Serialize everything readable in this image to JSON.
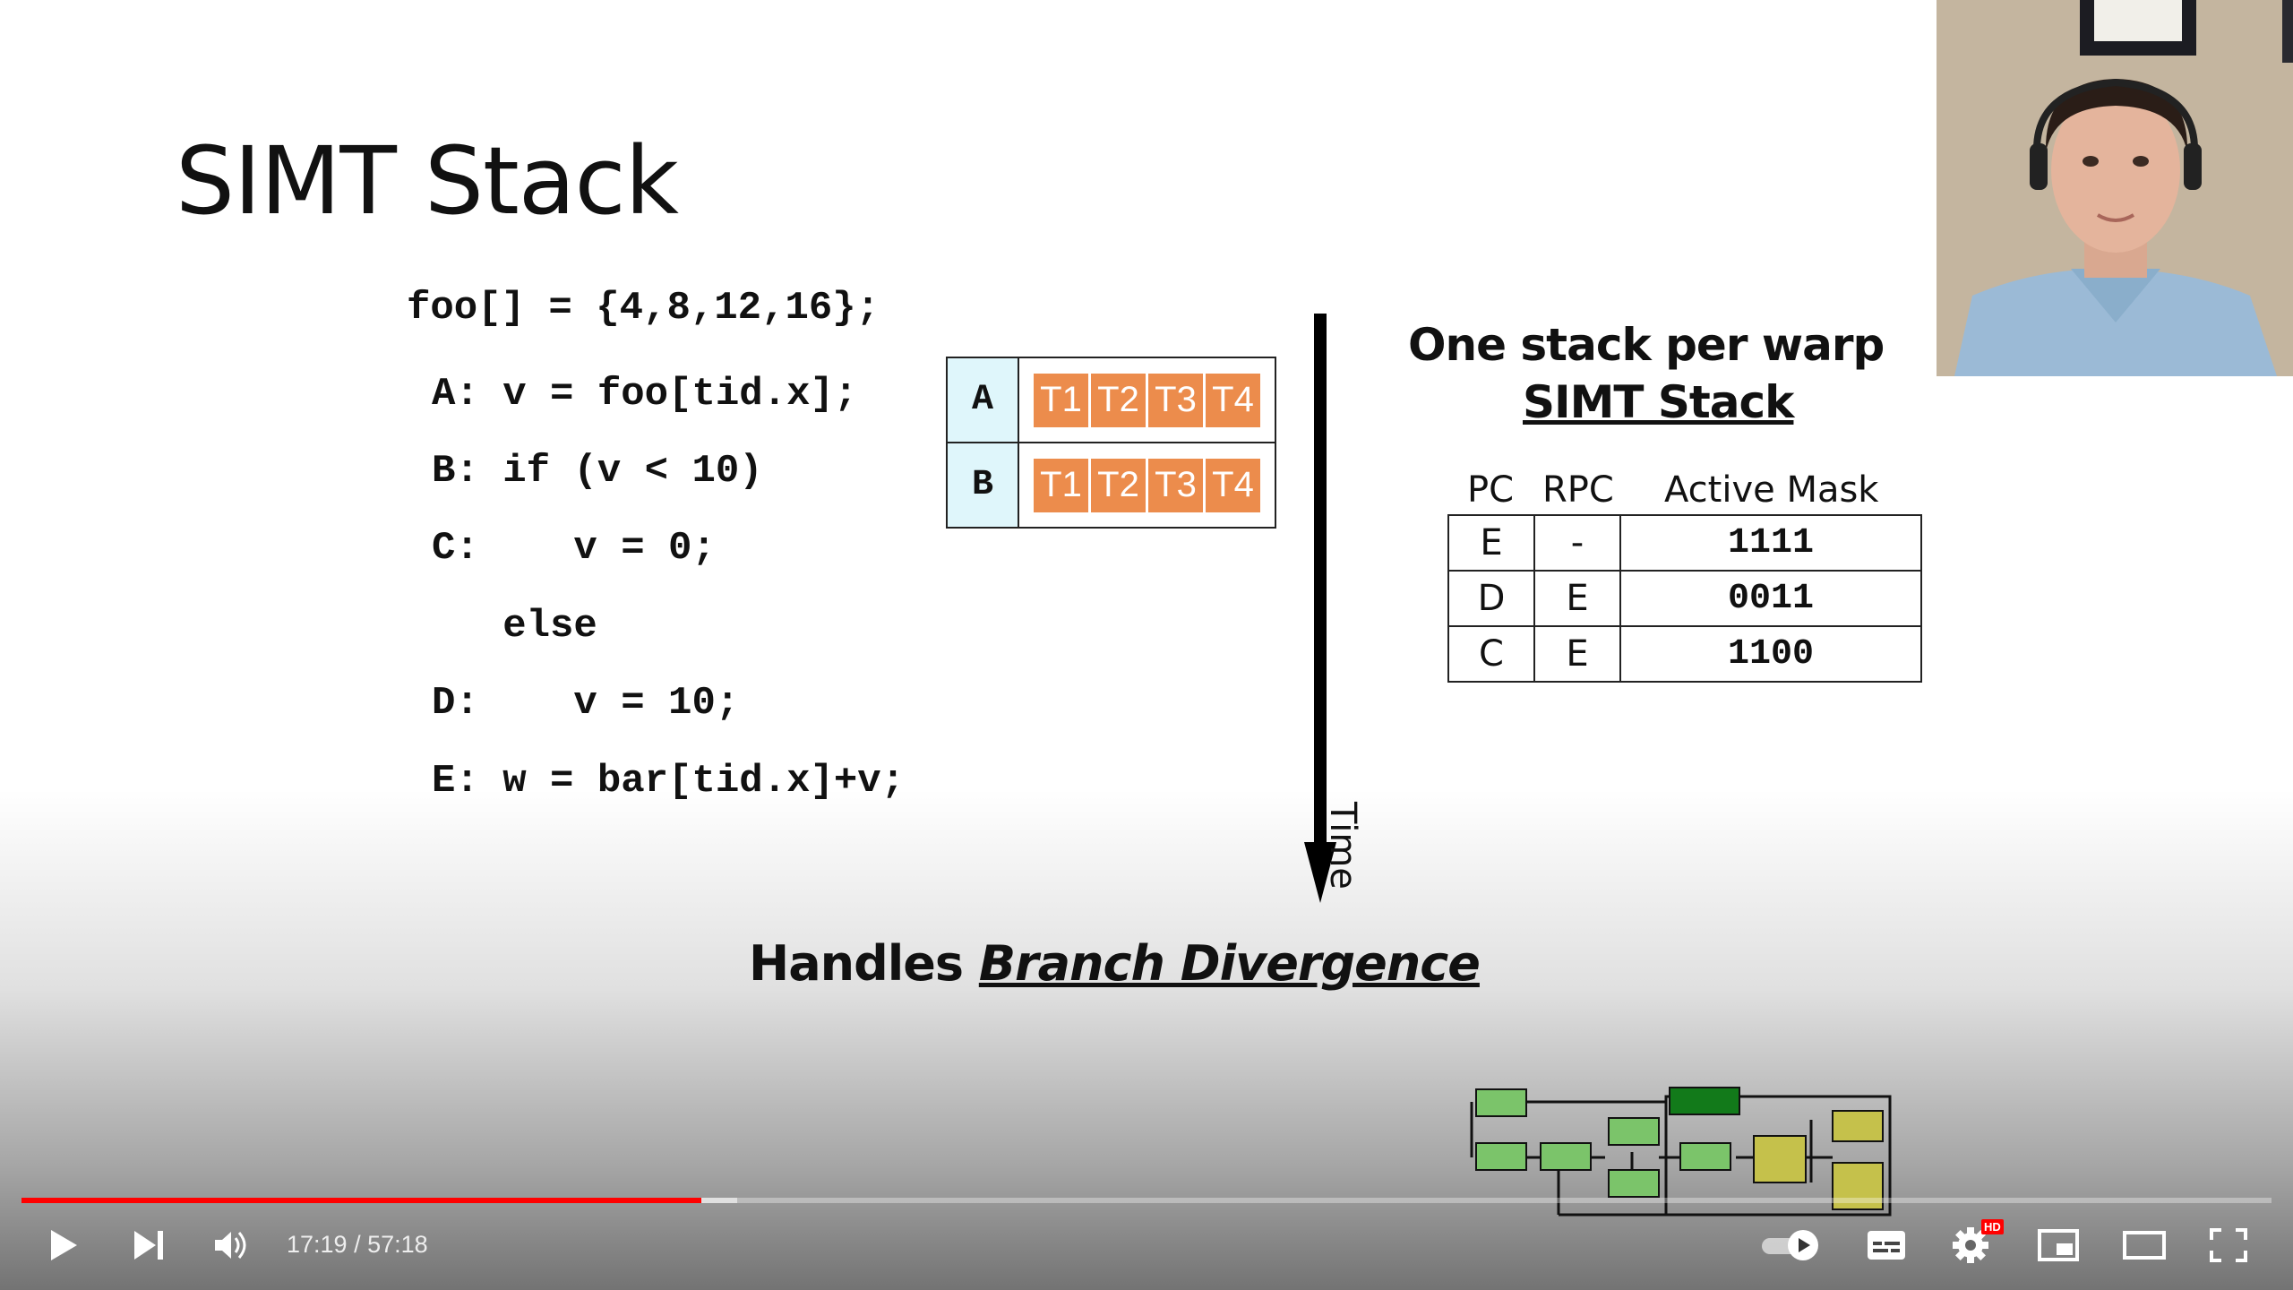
{
  "slide": {
    "title": "SIMT Stack",
    "code_lines": [
      "foo[] = {4,8,12,16};",
      "A: v = foo[tid.x];",
      "B: if (v < 10)",
      "C:    v = 0;",
      "   else",
      "D:    v = 10;",
      "E: w = bar[tid.x]+v;"
    ],
    "thread_table": {
      "rows": [
        {
          "label": "A",
          "threads": [
            "T1",
            "T2",
            "T3",
            "T4"
          ]
        },
        {
          "label": "B",
          "threads": [
            "T1",
            "T2",
            "T3",
            "T4"
          ]
        }
      ],
      "thread_color": "#ec8c4c",
      "label_bg": "#dff6fb"
    },
    "time_label": "Time",
    "stack_heading_1": "One stack per warp",
    "stack_heading_2": "SIMT Stack",
    "stack_columns": [
      "PC",
      "RPC",
      "Active Mask"
    ],
    "stack_rows": [
      [
        "E",
        "-",
        "1111"
      ],
      [
        "D",
        "E",
        "0011"
      ],
      [
        "C",
        "E",
        "1100"
      ]
    ],
    "footer_prefix": "Handles ",
    "footer_emphasis": "Branch Divergence"
  },
  "player": {
    "time_display": "17:19 / 57:18",
    "progress_fraction": 0.302,
    "buffer_fraction": 0.318,
    "progress_color": "#ff0000",
    "hd_badge": "HD",
    "icons": {
      "play": "play-icon",
      "next": "next-icon",
      "volume": "volume-icon",
      "autoplay": "autoplay-toggle-icon",
      "subtitles": "subtitles-icon",
      "settings": "settings-gear-icon",
      "miniplayer": "miniplayer-icon",
      "theater": "theater-mode-icon",
      "fullscreen": "fullscreen-icon"
    }
  }
}
